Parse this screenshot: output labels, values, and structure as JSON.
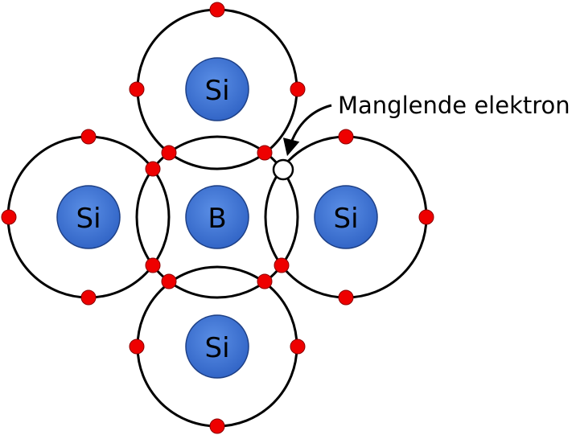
{
  "colors": {
    "nucleus": "#3a72d8",
    "electron": "#ee0000",
    "shell": "#000000",
    "hole_fill": "#ffffff"
  },
  "atoms": [
    {
      "id": "top",
      "label": "Si"
    },
    {
      "id": "left",
      "label": "Si"
    },
    {
      "id": "center",
      "label": "B"
    },
    {
      "id": "right",
      "label": "Si"
    },
    {
      "id": "bottom",
      "label": "Si"
    }
  ],
  "callout": {
    "label": "Manglende elektron"
  }
}
